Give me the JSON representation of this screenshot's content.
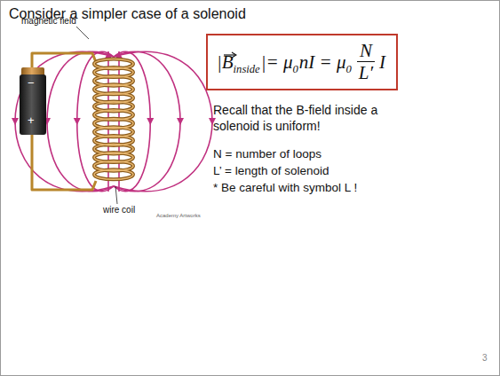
{
  "diagram": {
    "title": "Consider a simpler case of a solenoid",
    "nodes": [
      {
        "text": [
          "|B",
          "inside",
          "|= μ",
          "0",
          "nI = μ",
          "0",
          "N",
          "L′",
          "I"
        ]
      }
    ],
    "labels": [
      "magnetic field",
      "wire coil",
      "Academy Artworks",
      "−",
      "+",
      "Recall that the B-field inside a solenoid is uniform!",
      "N = number of loops",
      "L’ = length of solenoid",
      "* Be careful with symbol L !",
      "3"
    ]
  }
}
